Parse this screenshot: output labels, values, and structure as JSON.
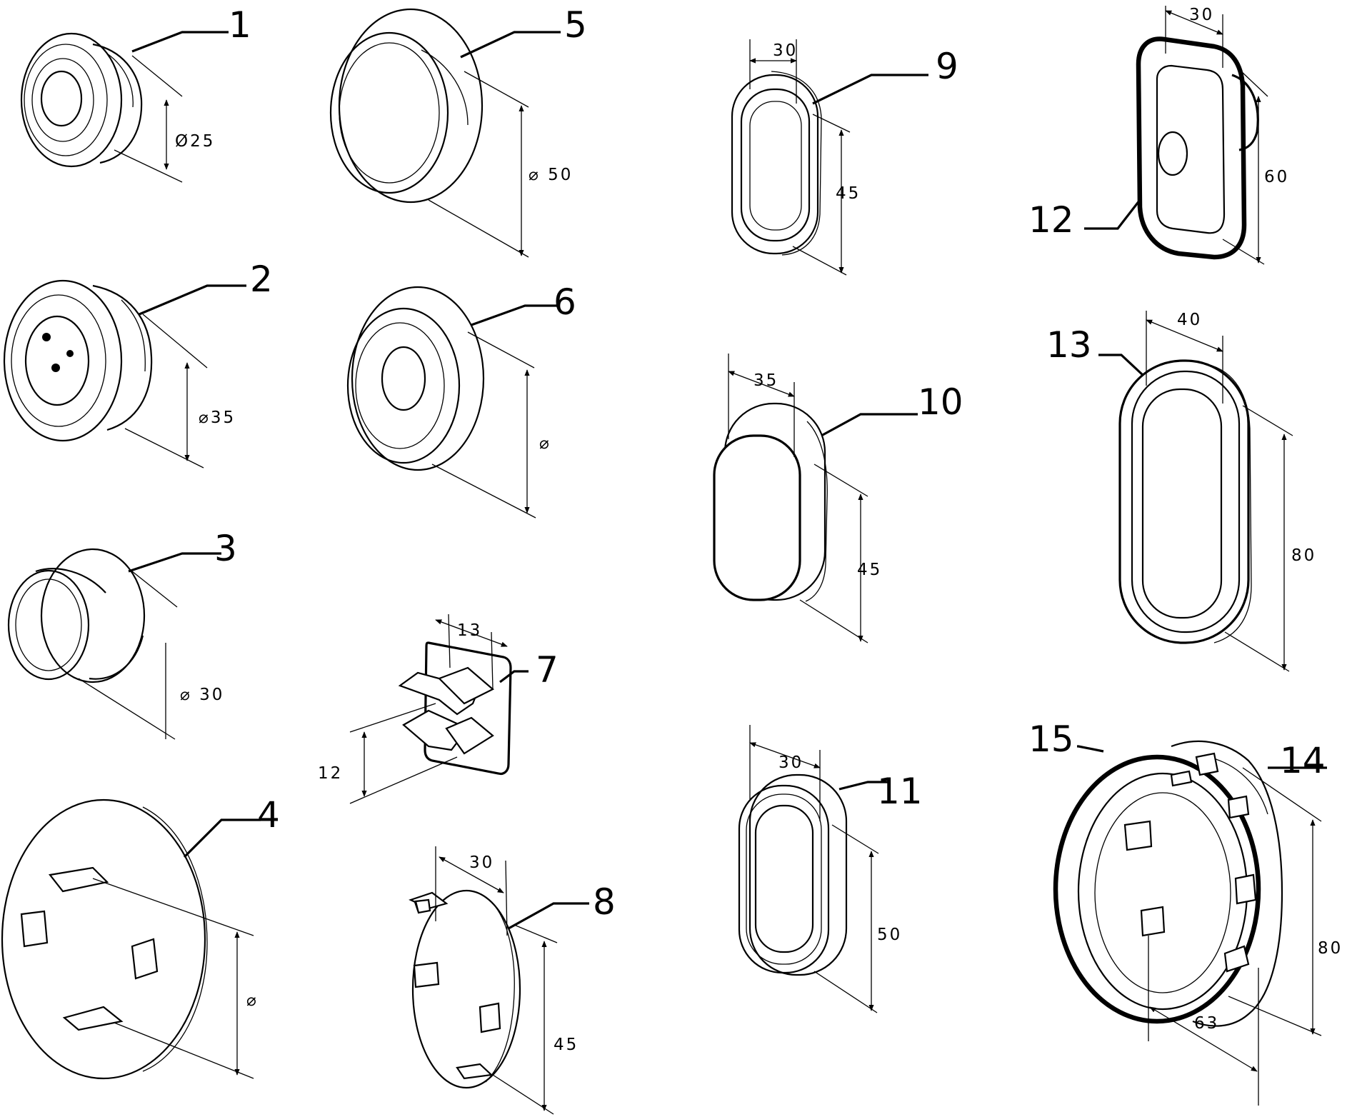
{
  "parts": [
    {
      "number": "1",
      "dims": [
        "Ø25"
      ]
    },
    {
      "number": "2",
      "dims": [
        "⌀35"
      ]
    },
    {
      "number": "3",
      "dims": [
        "⌀ 30"
      ]
    },
    {
      "number": "4",
      "dims": [
        "⌀"
      ]
    },
    {
      "number": "5",
      "dims": [
        "⌀ 50"
      ]
    },
    {
      "number": "6",
      "dims": [
        "⌀"
      ]
    },
    {
      "number": "7",
      "dims": [
        "13",
        "12"
      ]
    },
    {
      "number": "8",
      "dims": [
        "30",
        "45"
      ]
    },
    {
      "number": "9",
      "dims": [
        "30",
        "45"
      ]
    },
    {
      "number": "10",
      "dims": [
        "35",
        "45"
      ]
    },
    {
      "number": "11",
      "dims": [
        "30",
        "50"
      ]
    },
    {
      "number": "12",
      "dims": [
        "30",
        "60"
      ]
    },
    {
      "number": "13",
      "dims": [
        "40",
        "80"
      ]
    },
    {
      "number": "14",
      "dims": [
        "80",
        "63"
      ]
    },
    {
      "number": "15",
      "dims": []
    }
  ]
}
